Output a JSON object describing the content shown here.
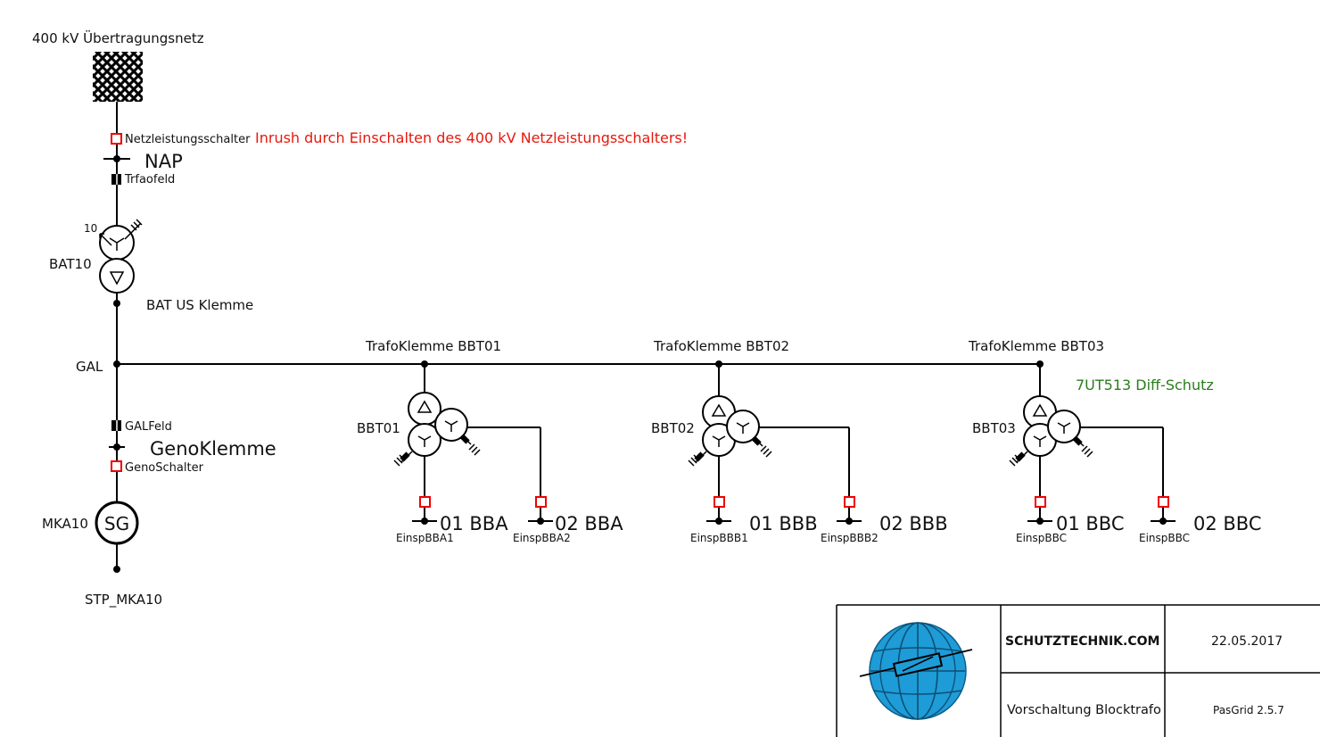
{
  "grid": {
    "label": "400 kV Übertragungsnetz"
  },
  "top_breaker": {
    "label": "Netzleistungsschalter"
  },
  "inrush_note": "Inrush durch Einschalten des 400 kV Netzleistungsschalters!",
  "nap": {
    "label": "NAP"
  },
  "trafo_field": {
    "label": "Trfaofeld"
  },
  "bat10": {
    "label": "BAT10",
    "tap": "10",
    "terminal": "BAT US Klemme"
  },
  "gal": {
    "label": "GAL"
  },
  "gal_field": {
    "label": "GALFeld"
  },
  "geno": {
    "terminal": "GenoKlemme",
    "breaker": "GenoSchalter"
  },
  "generator": {
    "label": "MKA10",
    "symbol": "SG",
    "starpoint": "STP_MKA10"
  },
  "aux_transformers": [
    {
      "terminal": "TrafoKlemme BBT01",
      "label": "BBT01",
      "out1_bus": "01 BBA",
      "out1_feed": "EinspBBA1",
      "out2_bus": "02 BBA",
      "out2_feed": "EinspBBA2"
    },
    {
      "terminal": "TrafoKlemme BBT02",
      "label": "BBT02",
      "out1_bus": "01 BBB",
      "out1_feed": "EinspBBB1",
      "out2_bus": "02 BBB",
      "out2_feed": "EinspBBB2"
    },
    {
      "terminal": "TrafoKlemme BBT03",
      "label": "BBT03",
      "out1_bus": "01 BBC",
      "out1_feed": "EinspBBC",
      "out2_bus": "02 BBC",
      "out2_feed": "EinspBBC"
    }
  ],
  "protection_note": "7UT513 Diff-Schutz",
  "title_block": {
    "company": "SCHUTZTECHNIK.COM",
    "date": "22.05.2017",
    "drawing_title": "Vorschaltung Blocktrafo",
    "software": "PasGrid 2.5.7"
  },
  "colors": {
    "breaker": "#e00000",
    "note_red": "#e8180c",
    "note_green": "#2a7d1c",
    "logo_blue": "#1e9cd7"
  }
}
